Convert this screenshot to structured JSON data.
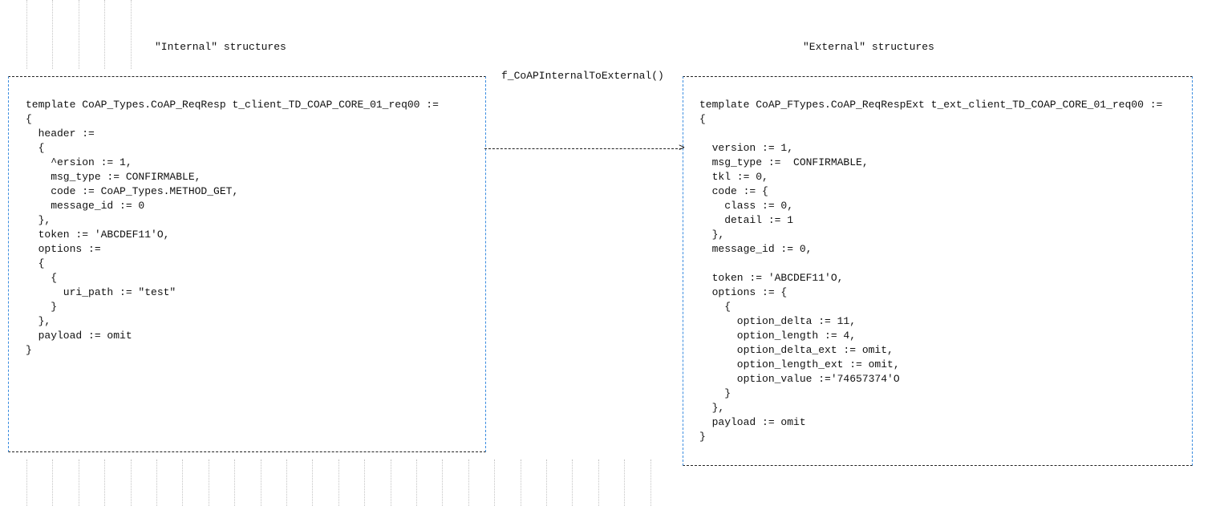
{
  "internal": {
    "heading": "\"Internal\" structures",
    "lines": [
      "template CoAP_Types.CoAP_ReqResp t_client_TD_COAP_CORE_01_req00 :=",
      "{",
      "  header :=",
      "  {",
      "    ^ersion := 1,",
      "    msg_type := CONFIRMABLE,",
      "    code := CoAP_Types.METHOD_GET,",
      "    message_id := 0",
      "  },",
      "  token := 'ABCDEF11'O,",
      "  options :=",
      "  {",
      "    {",
      "      uri_path := \"test\"",
      "    }",
      "  },",
      "  payload := omit",
      "}"
    ]
  },
  "function_label": "f_CoAPInternalToExternal()",
  "external": {
    "heading": "\"External\" structures",
    "lines": [
      "template CoAP_FTypes.CoAP_ReqRespExt t_ext_client_TD_COAP_CORE_01_req00 :=",
      "{",
      "",
      "  version := 1,",
      "  msg_type :=  CONFIRMABLE,",
      "  tkl := 0,",
      "  code := {",
      "    class := 0,",
      "    detail := 1",
      "  },",
      "  message_id := 0,",
      "",
      "  token := 'ABCDEF11'O,",
      "  options := {",
      "    {",
      "      option_delta := 11,",
      "      option_length := 4,",
      "      option_delta_ext := omit,",
      "      option_length_ext := omit,",
      "      option_value :='74657374'O",
      "    }",
      "  },",
      "  payload := omit",
      "}"
    ]
  }
}
